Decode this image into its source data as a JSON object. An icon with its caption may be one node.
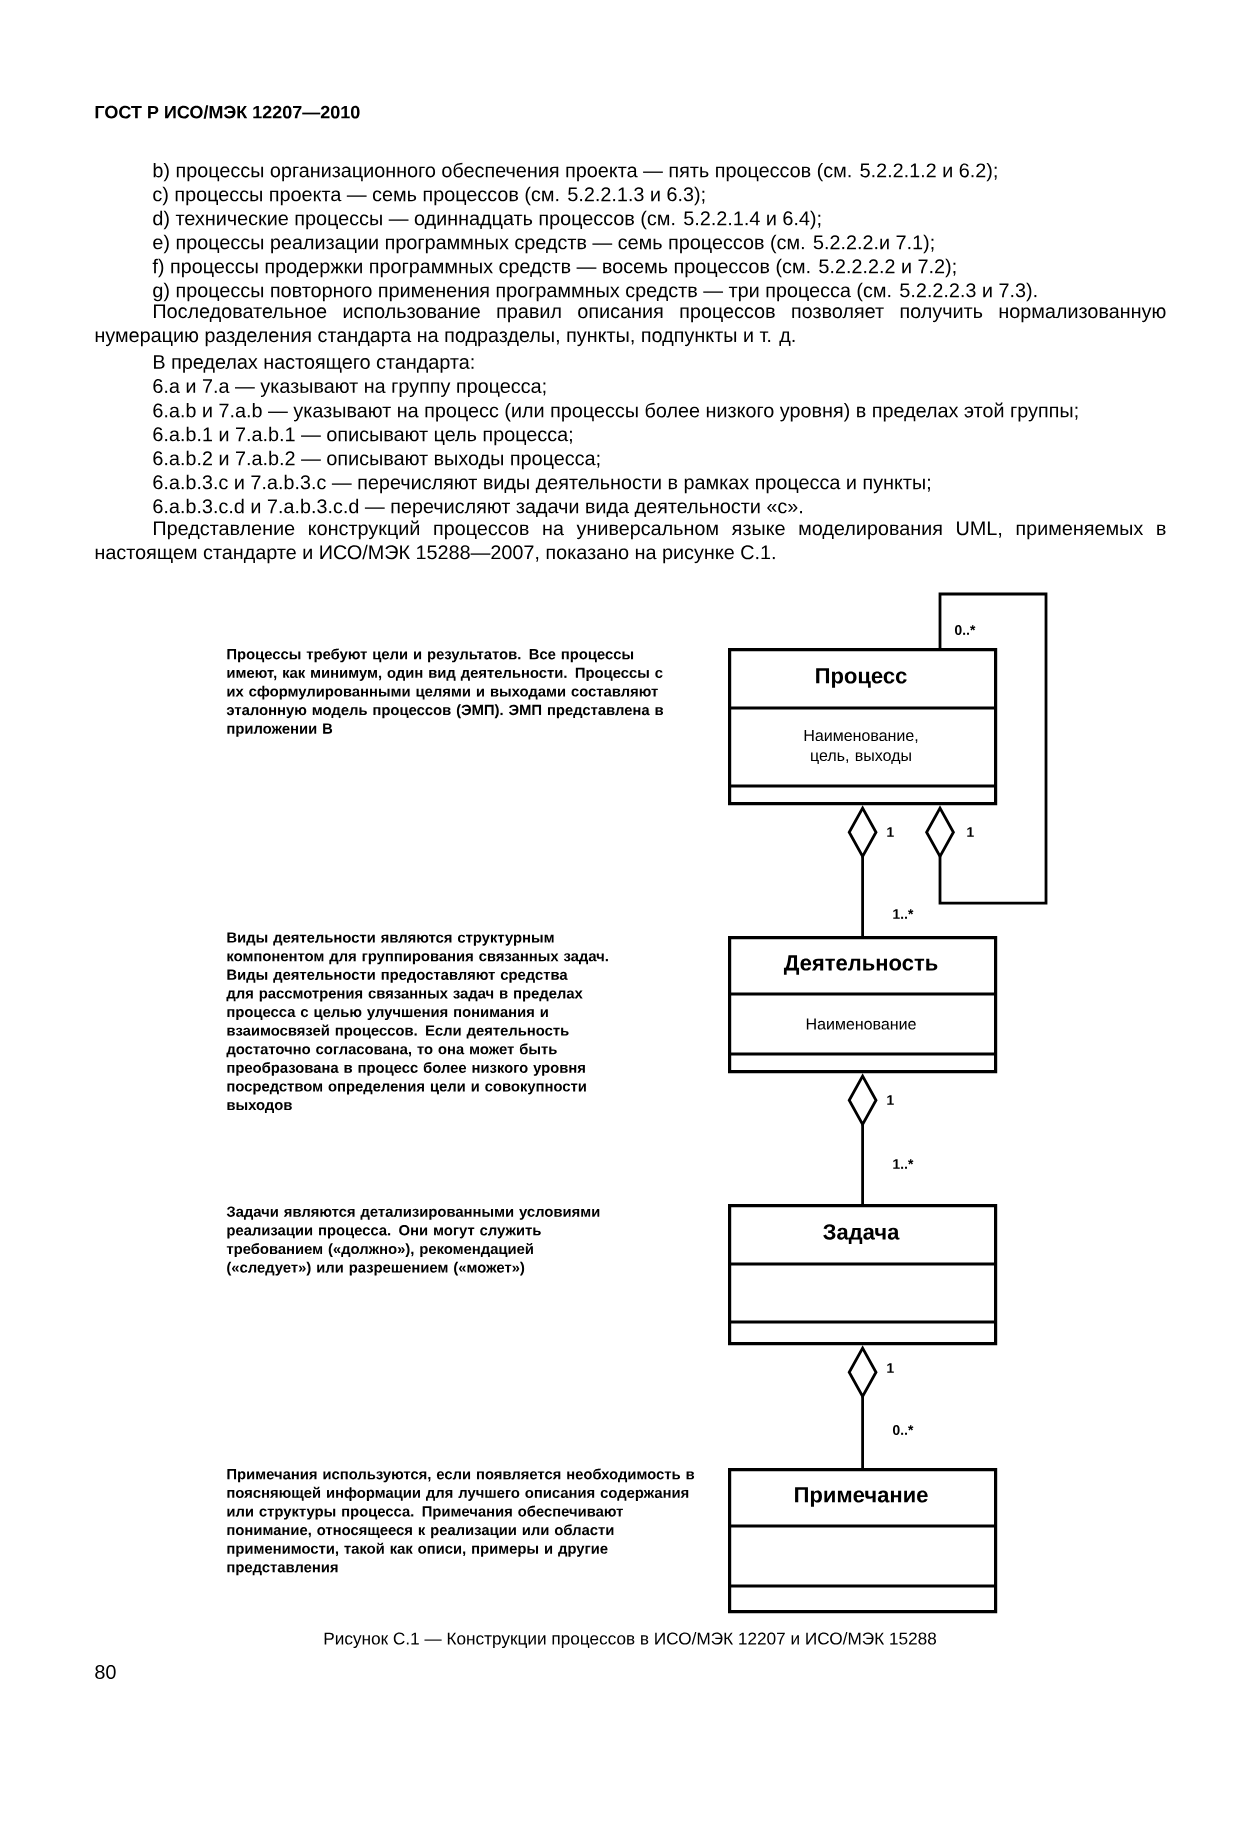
{
  "diagram": {
    "caption": "Рисунок С.1 — Конструкции процессов в ИСО/МЭК 12207 и ИСО/МЭК 15288",
    "nodes": [
      {
        "text": [
          "Процесс",
          "Наименование, цель, выходы"
        ]
      },
      {
        "text": [
          "Деятельность",
          "Наименование"
        ]
      },
      {
        "text": [
          "Задача"
        ]
      },
      {
        "text": [
          "Примечание"
        ]
      }
    ],
    "edges": [
      {
        "from": 1,
        "to": 0,
        "arrow": "other"
      },
      {
        "from": 0,
        "to": 0,
        "arrow": "other"
      },
      {
        "from": 2,
        "to": 1,
        "arrow": "other"
      },
      {
        "from": 3,
        "to": 2,
        "arrow": "other"
      }
    ],
    "labels": [
      "ГОСТ Р ИСО/МЭК 12207—2010",
      "b) процессы организационного обеспечения проекта — пять процессов (см. 5.2.2.1.2 и 6.2);",
      "c) процессы проекта — семь процессов (см. 5.2.2.1.3 и 6.3);",
      "d) технические процессы — одиннадцать процессов (см. 5.2.2.1.4 и 6.4);",
      "e) процессы реализации программных средств — семь процессов (см. 5.2.2.2.и 7.1);",
      "f) процессы продержки программных средств — восемь процессов (см. 5.2.2.2.2 и 7.2);",
      "g) процессы повторного применения программных средств — три процесса (см. 5.2.2.2.3 и 7.3).",
      "Последовательное использование правил описания процессов позволяет получить нормализованную нумерацию разделения стандарта на подразделы, пункты, подпункты и т. д.",
      "В пределах настоящего стандарта:",
      "6.a и 7.a — указывают на группу процесса;",
      "6.a.b и 7.a.b — указывают на процесс (или процессы более низкого уровня) в пределах этой группы;",
      "6.a.b.1 и 7.a.b.1 — описывают цель процесса;",
      "6.a.b.2 и 7.a.b.2 — описывают выходы процесса;",
      "6.a.b.3.c и 7.a.b.3.c — перечисляют виды деятельности в рамках процесса и пункты;",
      "6.a.b.3.c.d и 7.a.b.3.c.d — перечисляют задачи вида деятельности «c».",
      "Представление конструкций процессов на универсальном языке моделирования UML, применяемых в настоящем стандарте и ИСО/МЭК 15288—2007, показано на рисунке С.1.",
      "Процессы требуют цели и результатов. Все процессы имеют, как минимум, один вид деятельности. Процессы с их сформулированными целями и выходами составляют эталонную модель процессов (ЭМП). ЭМП представлена в приложении В",
      "0..*",
      "1",
      "1",
      "Виды деятельности являются структурным компонентом для группирования связанных задач. Виды деятельности предоставляют средства для рассмотрения связанных задач в пределах процесса с целью улучшения понимания и взаимосвязей процессов. Если деятельность достаточно согласована, то она может быть преобразована в процесс более низкого уровня посредством определения цели и совокупности выходов",
      "1..*",
      "1",
      "Задачи являются детализированными условиями реализации процесса. Они могут служить требованием («должно»), рекомендацией («следует») или разрешением («может»)",
      "1..*",
      "1",
      "0..*",
      "Примечания используются, если появляется необходимость в поясняющей информации для лучшего описания содержания или структуры процесса. Примечания обеспечивают понимание, относящееся к реализации или области применимости, такой как описи, примеры и другие представления",
      "80"
    ]
  }
}
